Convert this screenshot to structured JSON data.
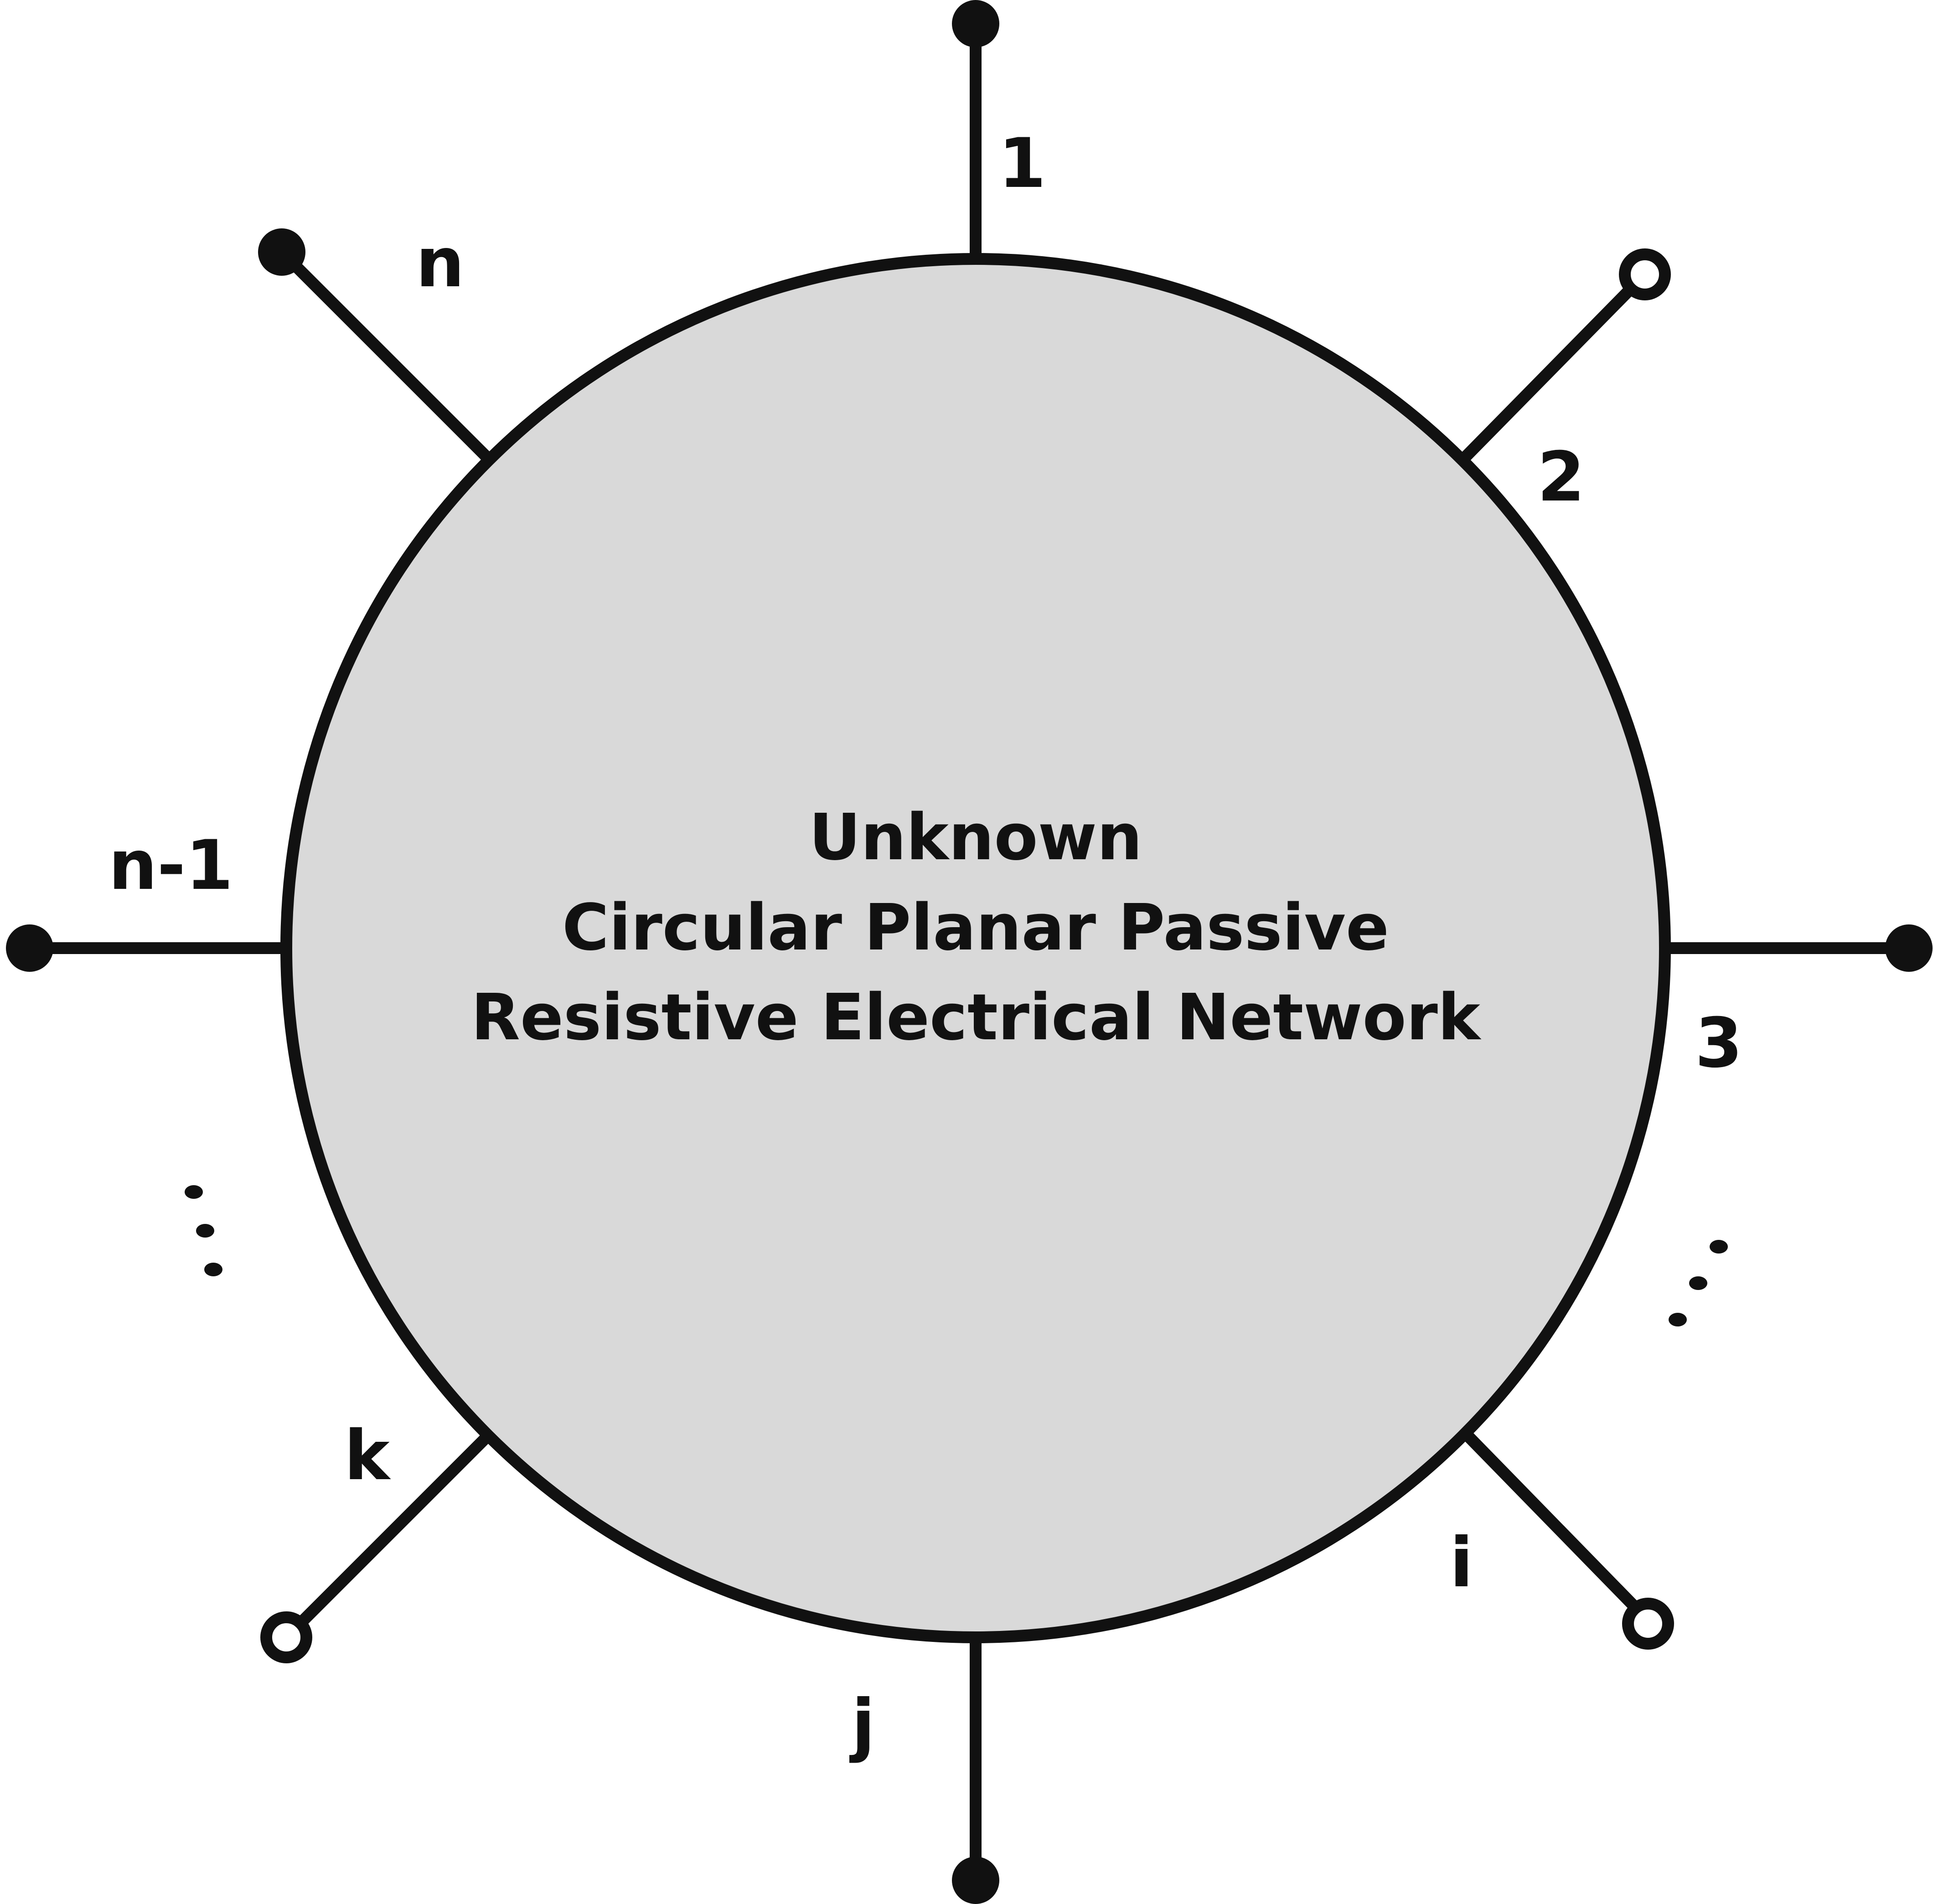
{
  "network": {
    "title_lines": [
      "Unknown",
      "Circular Planar Passive",
      "Resistive Electrical Network"
    ]
  },
  "terminals": [
    {
      "id": "t1",
      "label": "1",
      "node": "filled"
    },
    {
      "id": "t2",
      "label": "2",
      "node": "open"
    },
    {
      "id": "t3",
      "label": "3",
      "node": "filled"
    },
    {
      "id": "ti",
      "label": "i",
      "node": "open"
    },
    {
      "id": "tj",
      "label": "j",
      "node": "filled"
    },
    {
      "id": "tk",
      "label": "k",
      "node": "open"
    },
    {
      "id": "tn1",
      "label": "n-1",
      "node": "filled"
    },
    {
      "id": "tn",
      "label": "n",
      "node": "filled"
    }
  ],
  "colors": {
    "fill": "#d9d9d9",
    "stroke": "#111111",
    "open_node_fill": "#ffffff"
  }
}
